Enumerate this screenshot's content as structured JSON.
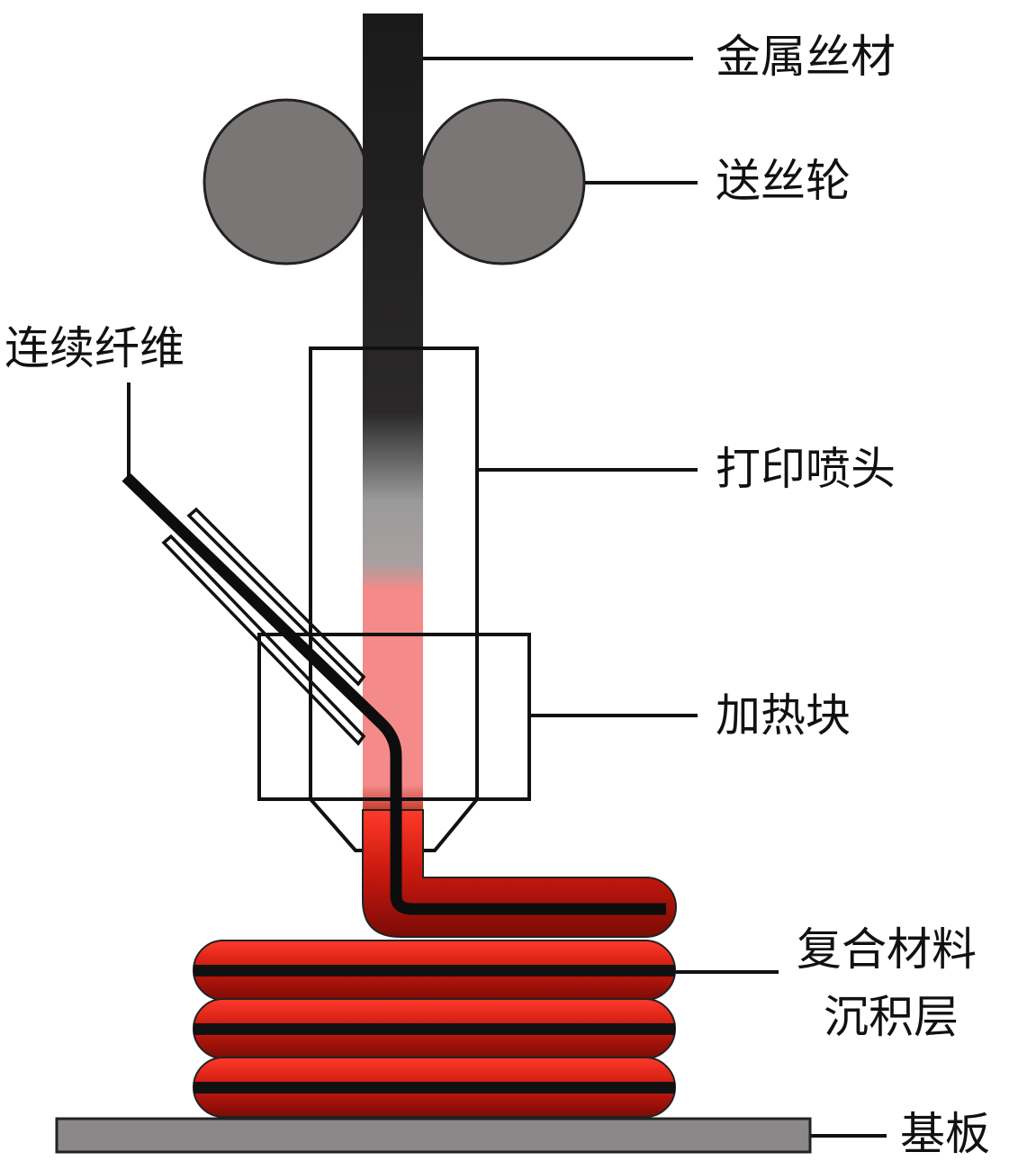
{
  "labels": {
    "metal_wire": "金属丝材",
    "feed_wheel": "送丝轮",
    "continuous_fiber": "连续纤维",
    "print_nozzle": "打印喷头",
    "heating_block": "加热块",
    "composite_layer_line1": "复合材料",
    "composite_layer_line2": "沉积层",
    "substrate": "基板"
  },
  "colors": {
    "wire": "#1a1a1a",
    "roller": "#7a7676",
    "melt": "#f08080",
    "composite": "#d9261c",
    "substrate": "#8a8888"
  }
}
